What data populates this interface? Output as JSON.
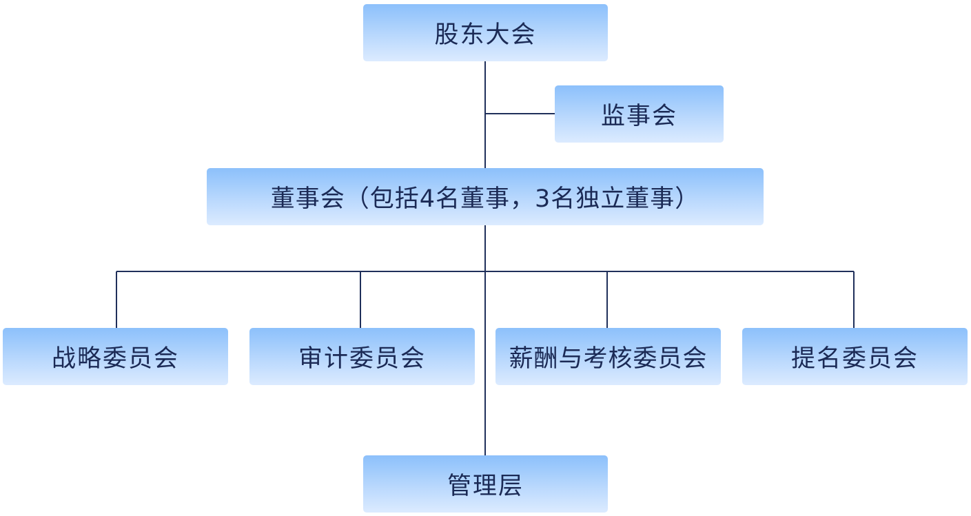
{
  "org_chart": {
    "shareholders_meeting": "股东大会",
    "supervisory_board": "监事会",
    "board_of_directors": "董事会（包括4名董事，3名独立董事）",
    "committees": [
      {
        "label": "战略委员会"
      },
      {
        "label": "审计委员会"
      },
      {
        "label": "薪酬与考核委员会"
      },
      {
        "label": "提名委员会"
      }
    ],
    "management": "管理层"
  },
  "colors": {
    "box_gradient_top": "#8cc0fb",
    "box_gradient_bottom": "#dcebff",
    "text": "#1b2a55",
    "connector": "#1f2f5a",
    "background": "#ffffff"
  }
}
